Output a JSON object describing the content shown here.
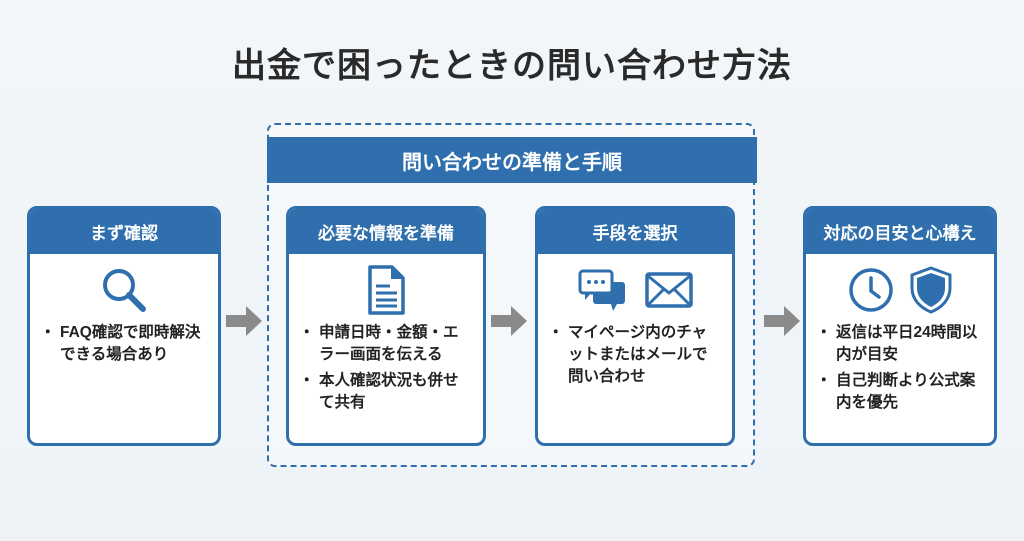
{
  "title": "出金で困ったときの問い合わせ方法",
  "group": {
    "label": "問い合わせの準備と手順"
  },
  "colors": {
    "primary": "#2f6fad",
    "arrow": "#8a8a8a"
  },
  "cards": [
    {
      "title": "まず確認",
      "icons": [
        "search-icon"
      ],
      "bullets": [
        "FAQ確認で即時解決できる場合あり"
      ]
    },
    {
      "title": "必要な情報を準備",
      "icons": [
        "document-icon"
      ],
      "bullets": [
        "申請日時・金額・エラー画面を伝える",
        "本人確認状況も併せて共有"
      ]
    },
    {
      "title": "手段を選択",
      "icons": [
        "chat-icon",
        "mail-icon"
      ],
      "bullets": [
        "マイページ内のチャットまたはメールで問い合わせ"
      ]
    },
    {
      "title": "対応の目安と心構え",
      "icons": [
        "clock-icon",
        "shield-icon"
      ],
      "bullets": [
        "返信は平日24時間以内が目安",
        "自己判断より公式案内を優先"
      ]
    }
  ]
}
